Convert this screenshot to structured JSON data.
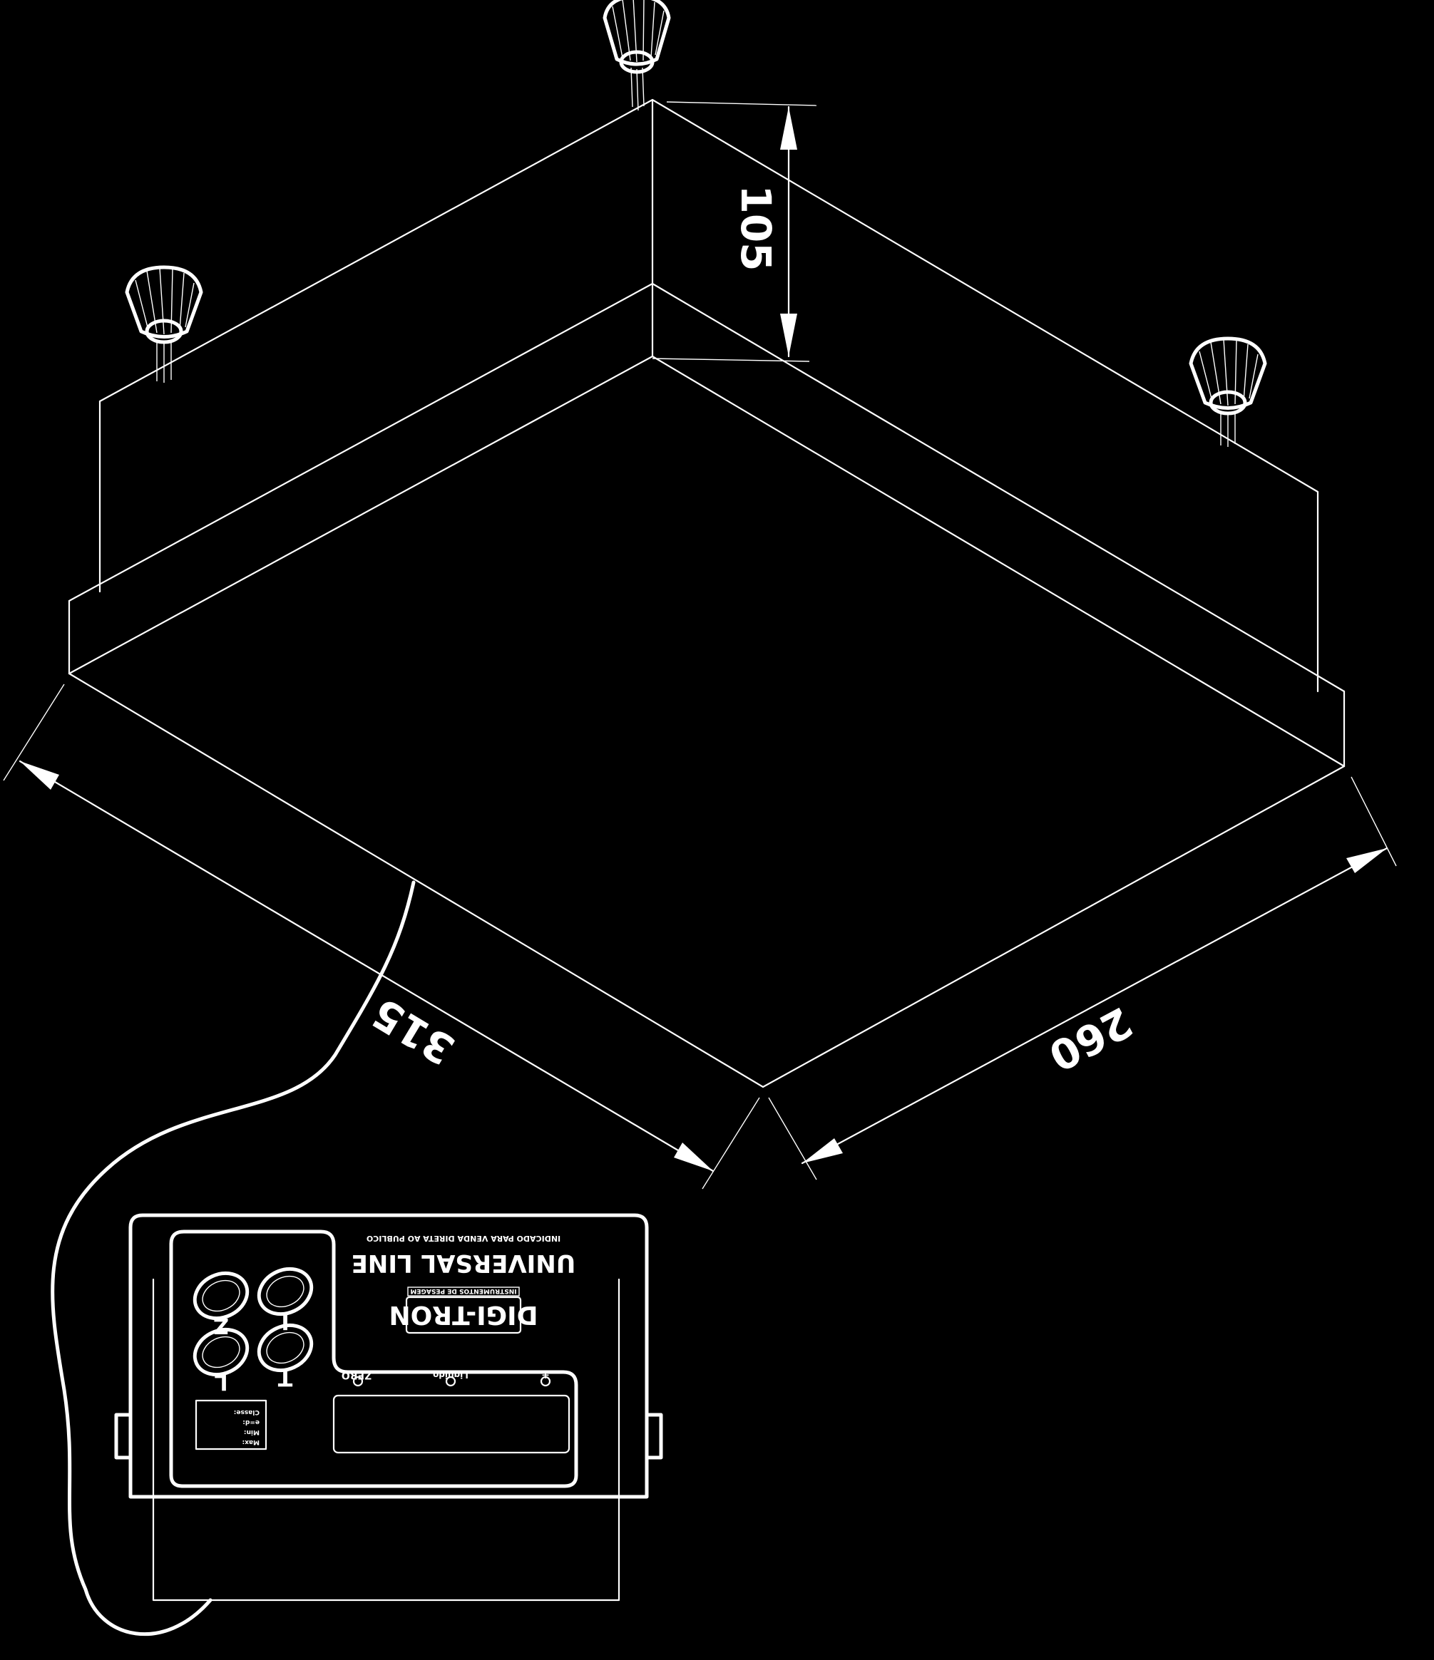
{
  "dimensions": {
    "height": "105",
    "left_width": "315",
    "right_width": "260"
  },
  "indicator": {
    "brand": "DIGI-TRON",
    "brand_sub": "INSTRUMENTOS DE PESAGEM",
    "model": "UNIVERSAL LINE",
    "top_note": "INDICADO PARA VENDA DIRETA AO PUBLICO",
    "keys": [
      "Z",
      "I",
      "L",
      "T"
    ],
    "lamps": [
      "ZERO",
      "Liquido",
      "+"
    ],
    "plate_lines": [
      "Max:",
      "Min:",
      "e=d:",
      "Classe:"
    ]
  },
  "colors": {
    "background": "#000000",
    "line": "#ffffff"
  }
}
